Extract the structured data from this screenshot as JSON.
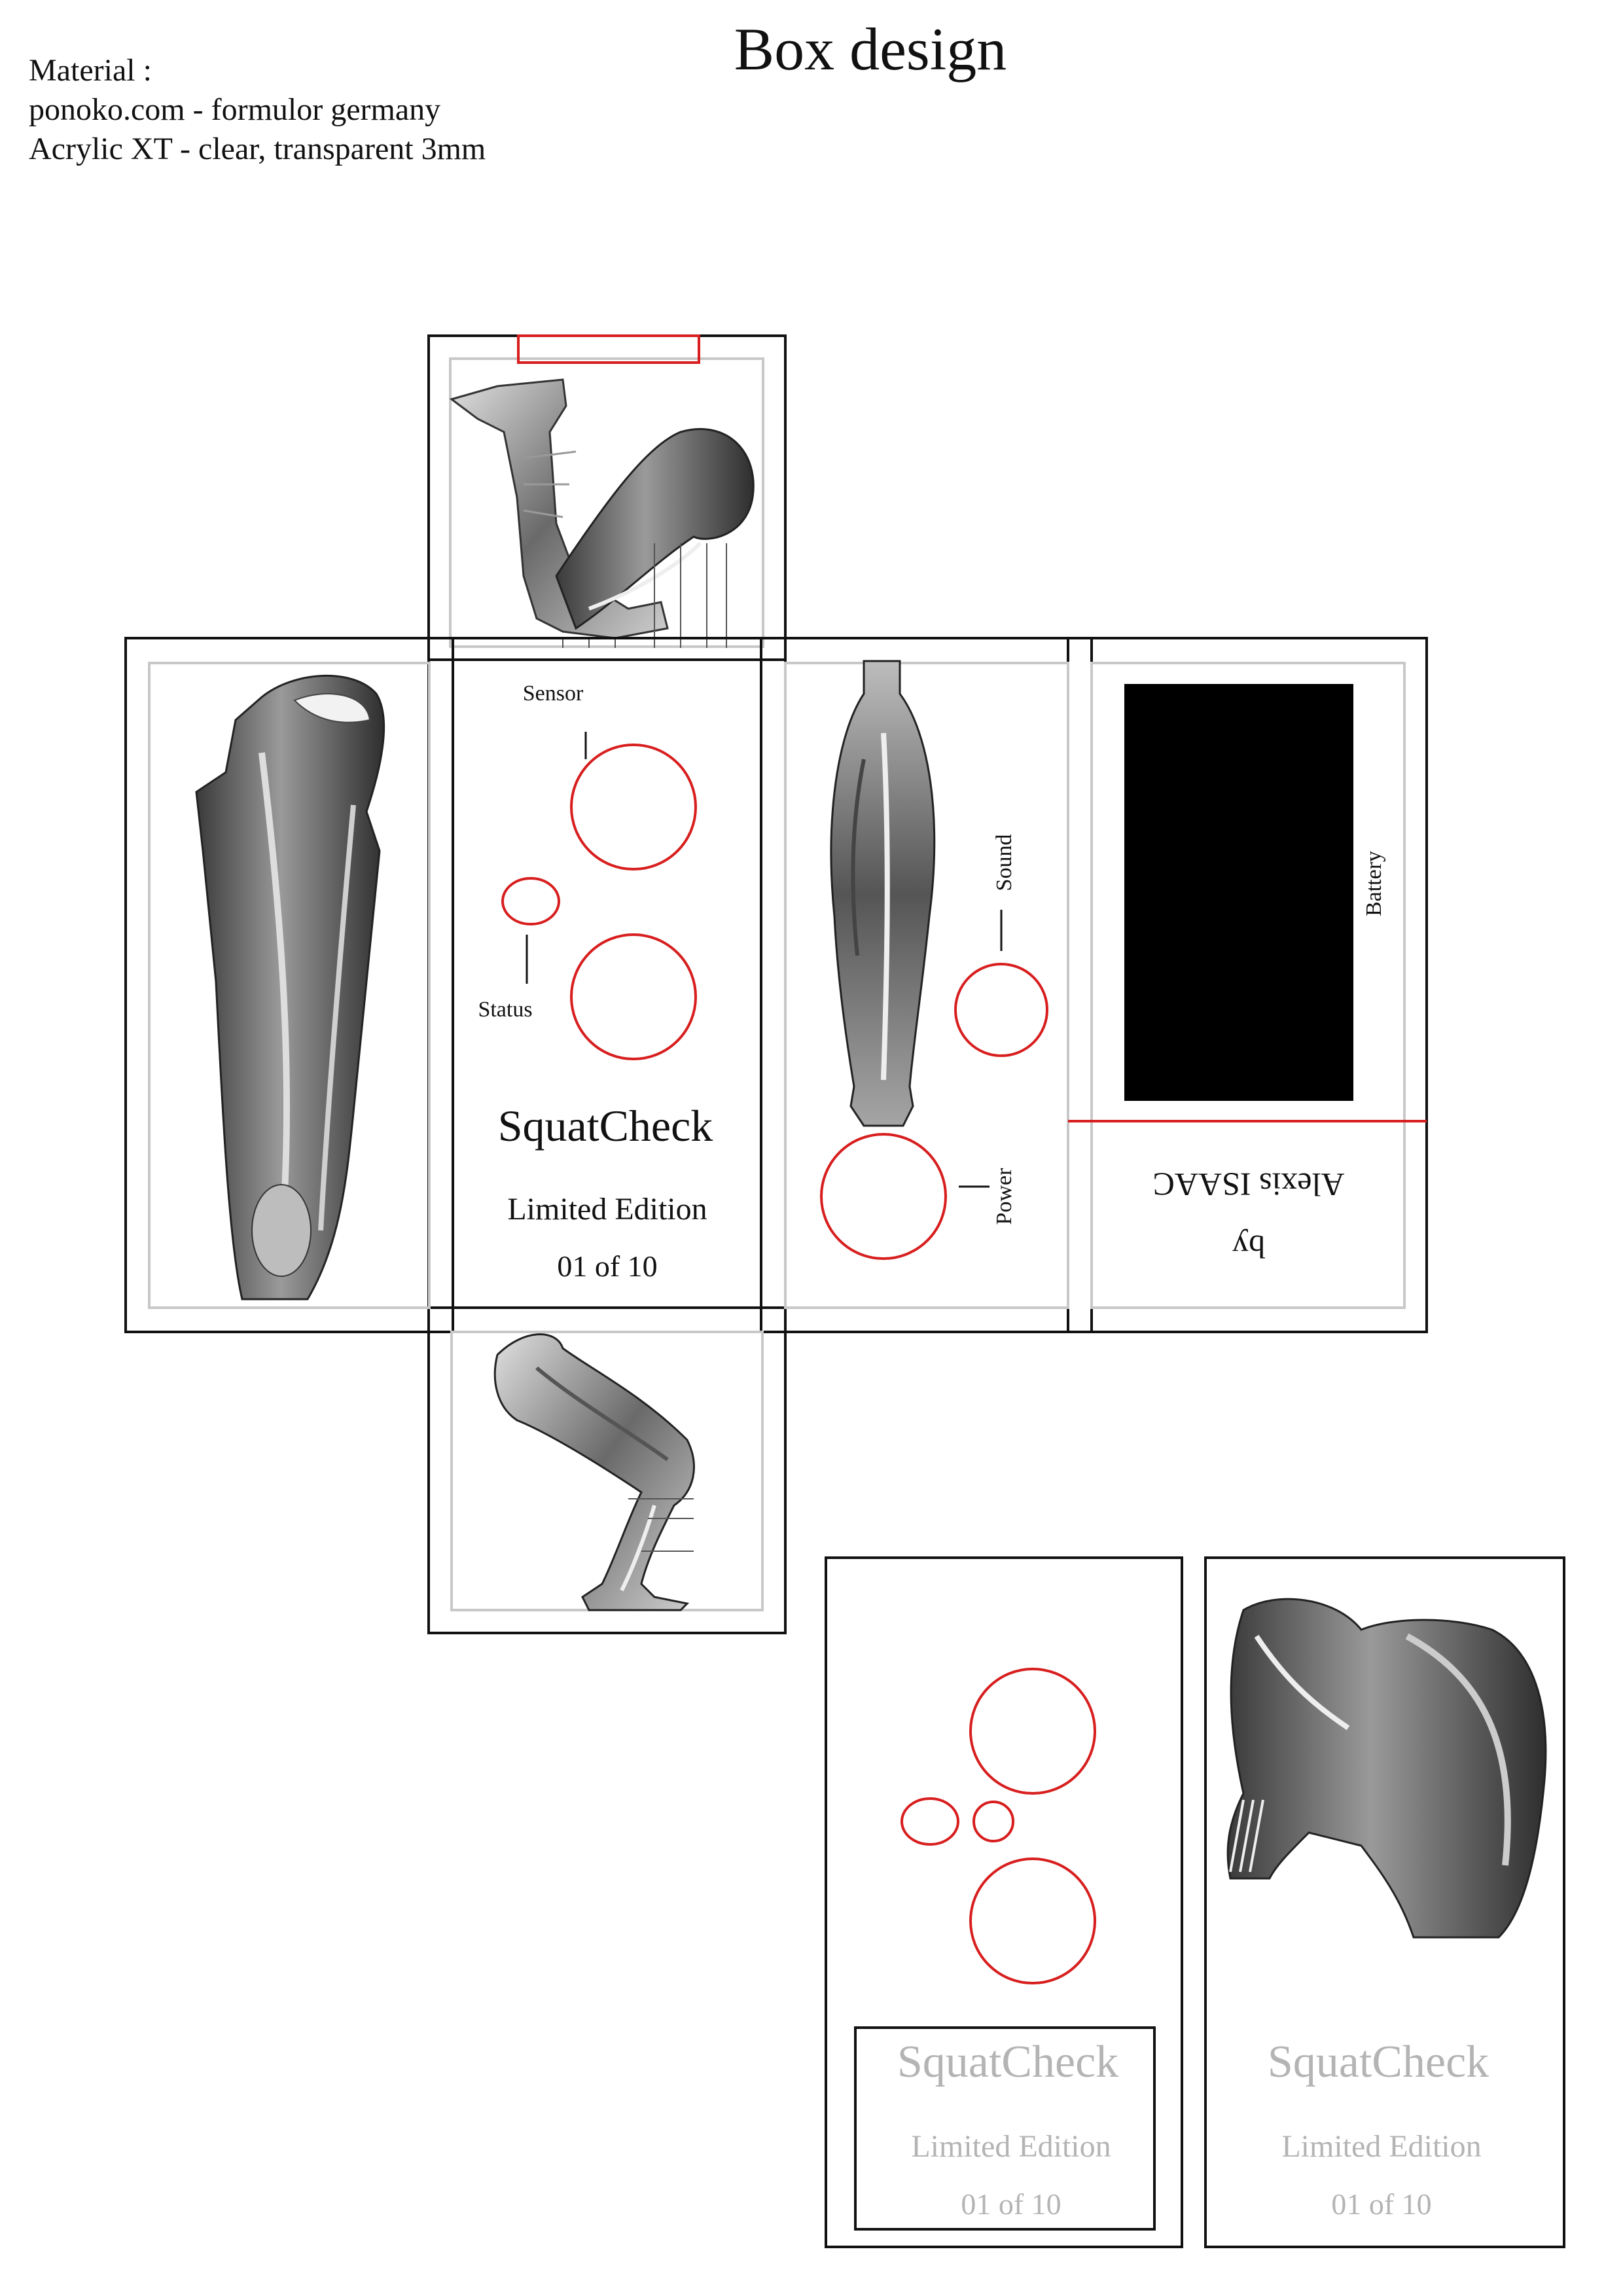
{
  "header": {
    "title": "Box design",
    "material_label": "Material :",
    "material_lines": [
      "ponoko.com - formulor germany",
      "Acrylic XT - clear, transparent 3mm"
    ]
  },
  "front_panel": {
    "sensor_label": "Sensor",
    "status_label": "Status",
    "product_name": "SquatCheck",
    "edition": "Limited Edition",
    "number": "01 of 10"
  },
  "right_panel": {
    "sound_label": "Sound",
    "power_label": "Power"
  },
  "back_panel": {
    "battery_label": "Battery",
    "credit_line1": "by",
    "credit_line2": "Alexis ISAAC"
  },
  "bottom_panels": {
    "product_name": "SquatCheck",
    "edition": "Limited Edition",
    "number": "01 of 10"
  },
  "colors": {
    "cut_line": "#111111",
    "hole_line": "#d81e1e",
    "guide_line": "#c8c8c8",
    "ghost_text": "#b4b4b4",
    "battery_fill": "#000000"
  },
  "icons": [
    "leg-muscle-illustration",
    "thigh-muscle-illustration",
    "calf-muscle-illustration",
    "hip-muscle-illustration"
  ]
}
